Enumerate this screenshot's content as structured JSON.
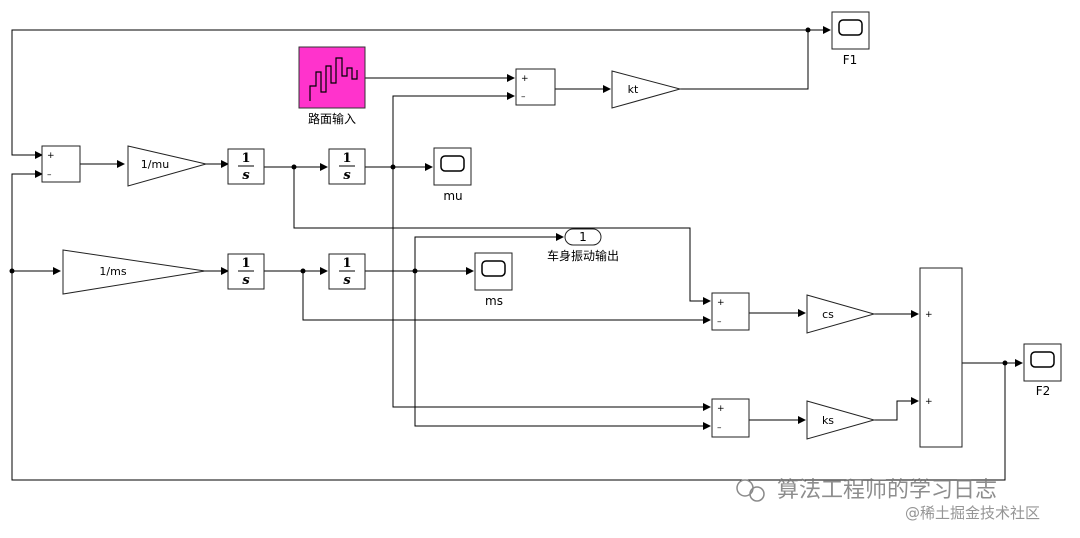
{
  "blocks": {
    "road_input": {
      "label": "路面输入",
      "color": "#ff33cc"
    },
    "gain_mu": {
      "label": "1/mu"
    },
    "gain_ms": {
      "label": "1/ms"
    },
    "gain_kt": {
      "label": "kt"
    },
    "gain_cs": {
      "label": "cs"
    },
    "gain_ks": {
      "label": "ks"
    },
    "integrator": {
      "num": "1",
      "den": "s"
    },
    "scope_f1": {
      "label": "F1"
    },
    "scope_mu": {
      "label": "mu"
    },
    "scope_ms": {
      "label": "ms"
    },
    "scope_f2": {
      "label": "F2"
    },
    "outport": {
      "number": "1",
      "label": "车身振动输出"
    }
  },
  "signs": {
    "plus": "+",
    "minus": "–"
  },
  "watermark": {
    "line1": "算法工程师的学习日志",
    "line2": "@稀土掘金技术社区"
  }
}
